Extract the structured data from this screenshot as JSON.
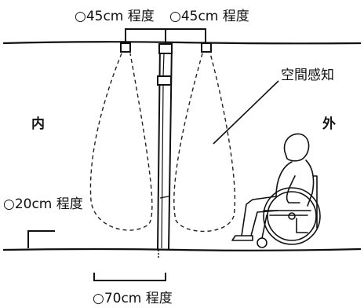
{
  "labels": {
    "top_left_dim": "○45cm 程度",
    "top_right_dim": "○45cm 程度",
    "sensing_space": "空間感知",
    "inside": "内",
    "outside": "外",
    "side_dim": "○20cm 程度",
    "bottom_dim": "○70cm 程度"
  }
}
